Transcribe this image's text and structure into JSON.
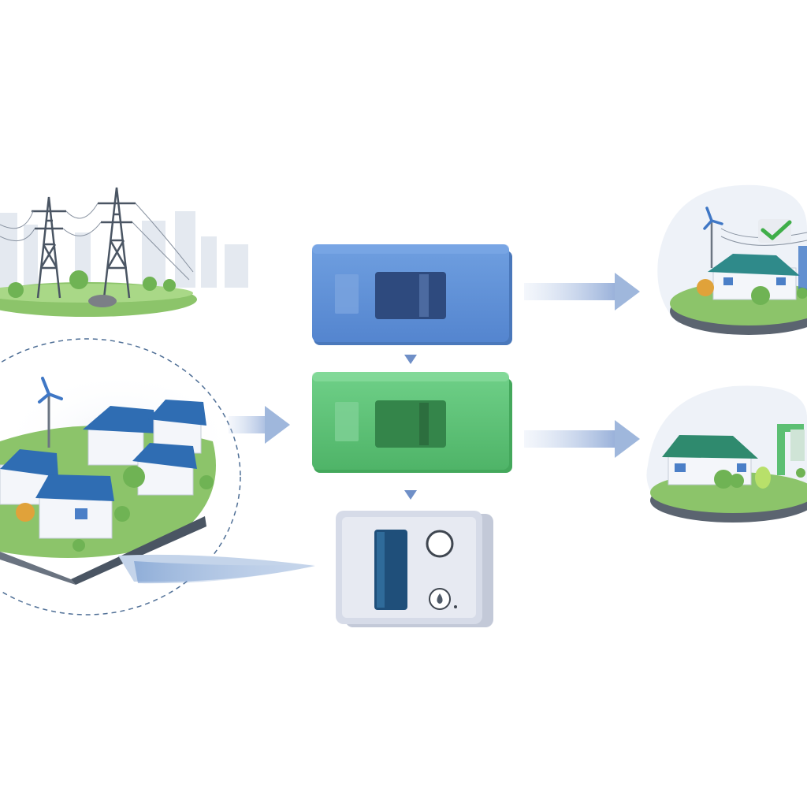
{
  "diagram": {
    "nodes": [
      {
        "id": "grid-scene",
        "icon": "power-grid-scene"
      },
      {
        "id": "microgrid-scene",
        "icon": "solar-microgrid-community-scene"
      },
      {
        "id": "blue-switch-module",
        "icon": "switch-module-icon"
      },
      {
        "id": "green-switch-module",
        "icon": "switch-module-icon"
      },
      {
        "id": "control-device",
        "icon": "battery-controller-device"
      },
      {
        "id": "grid-connected-home",
        "icon": "grid-connected-home-scene"
      },
      {
        "id": "islanded-home",
        "icon": "islanded-home-scene"
      }
    ],
    "edges": [
      {
        "from": "microgrid-scene",
        "to": "green-switch-module",
        "icon": "arrow-right-icon"
      },
      {
        "from": "blue-switch-module",
        "to": "grid-connected-home",
        "icon": "arrow-right-icon"
      },
      {
        "from": "green-switch-module",
        "to": "islanded-home",
        "icon": "arrow-right-icon"
      },
      {
        "from": "blue-switch-module",
        "to": "green-switch-module",
        "icon": "arrow-down-icon"
      },
      {
        "from": "green-switch-module",
        "to": "control-device",
        "icon": "arrow-down-icon"
      }
    ],
    "colors": {
      "blue_module": "#5b8fd6",
      "green_module": "#5cbf73",
      "device_body": "#d6dbe8",
      "arrow": "#9fb7dc",
      "ground": "#8cc46a",
      "solar_panel": "#2f6db3",
      "check": "#3fae49"
    }
  }
}
